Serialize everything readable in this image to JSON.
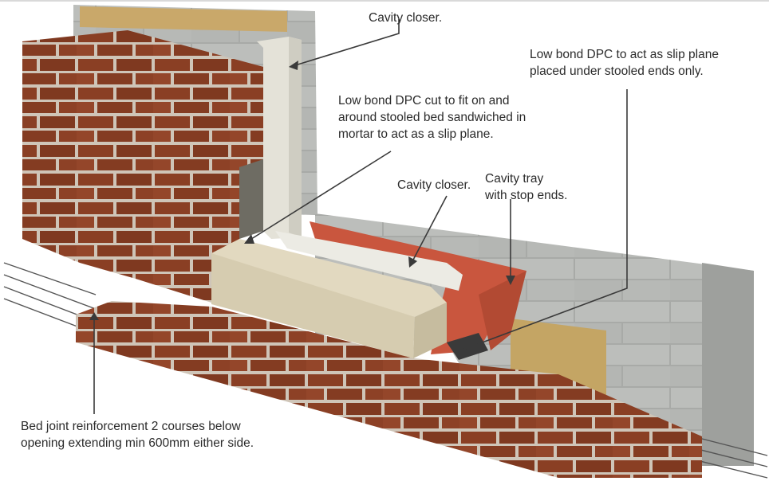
{
  "callouts": {
    "cavity_closer_top": {
      "lines": [
        "Cavity closer."
      ]
    },
    "low_bond_dpc_slip": {
      "lines": [
        "Low bond DPC to act as slip plane",
        "placed under stooled ends only."
      ]
    },
    "low_bond_dpc_cut": {
      "lines": [
        "Low bond DPC cut to fit on and",
        "around stooled bed sandwiched in",
        "mortar to act as a slip plane."
      ]
    },
    "cavity_closer_mid": {
      "lines": [
        "Cavity closer."
      ]
    },
    "cavity_tray": {
      "lines": [
        "Cavity tray",
        "with stop ends."
      ]
    },
    "bed_joint": {
      "lines": [
        "Bed joint reinforcement 2 courses below",
        "opening extending min 600mm either side."
      ]
    }
  },
  "colors": {
    "brick": "#8a3f24",
    "mortar": "#cfc5b8",
    "block": "#b7b9b6",
    "sill": "#d8ceb4",
    "cavity_tray": "#c9563e",
    "dpc": "#3a3a3a",
    "closer": "#e4e2d8",
    "leader": "#3a3a3a"
  }
}
